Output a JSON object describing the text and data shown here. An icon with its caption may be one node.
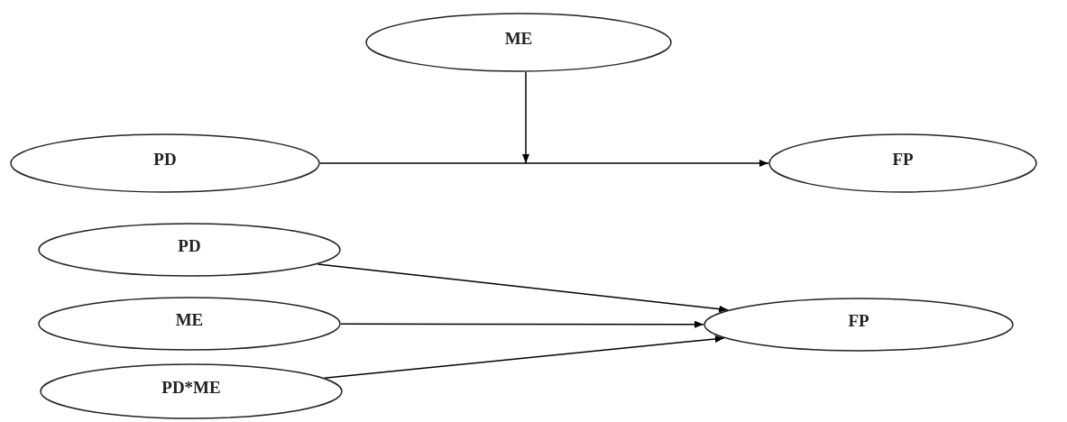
{
  "diagram": {
    "nodes": [
      {
        "text": [
          "ME"
        ]
      },
      {
        "text": [
          "PD"
        ]
      },
      {
        "text": [
          "FP"
        ]
      },
      {
        "text": [
          "PD"
        ]
      },
      {
        "text": [
          "ME"
        ]
      },
      {
        "text": [
          "FP"
        ]
      },
      {
        "text": [
          "PD*ME"
        ]
      }
    ],
    "edges": [
      {
        "from": 0,
        "to": null,
        "arrow": "to"
      },
      {
        "from": 1,
        "to": 2,
        "arrow": "to"
      },
      {
        "from": 3,
        "to": 5,
        "arrow": "to"
      },
      {
        "from": 4,
        "to": 5,
        "arrow": "to"
      },
      {
        "from": 6,
        "to": 5,
        "arrow": "to"
      }
    ]
  }
}
